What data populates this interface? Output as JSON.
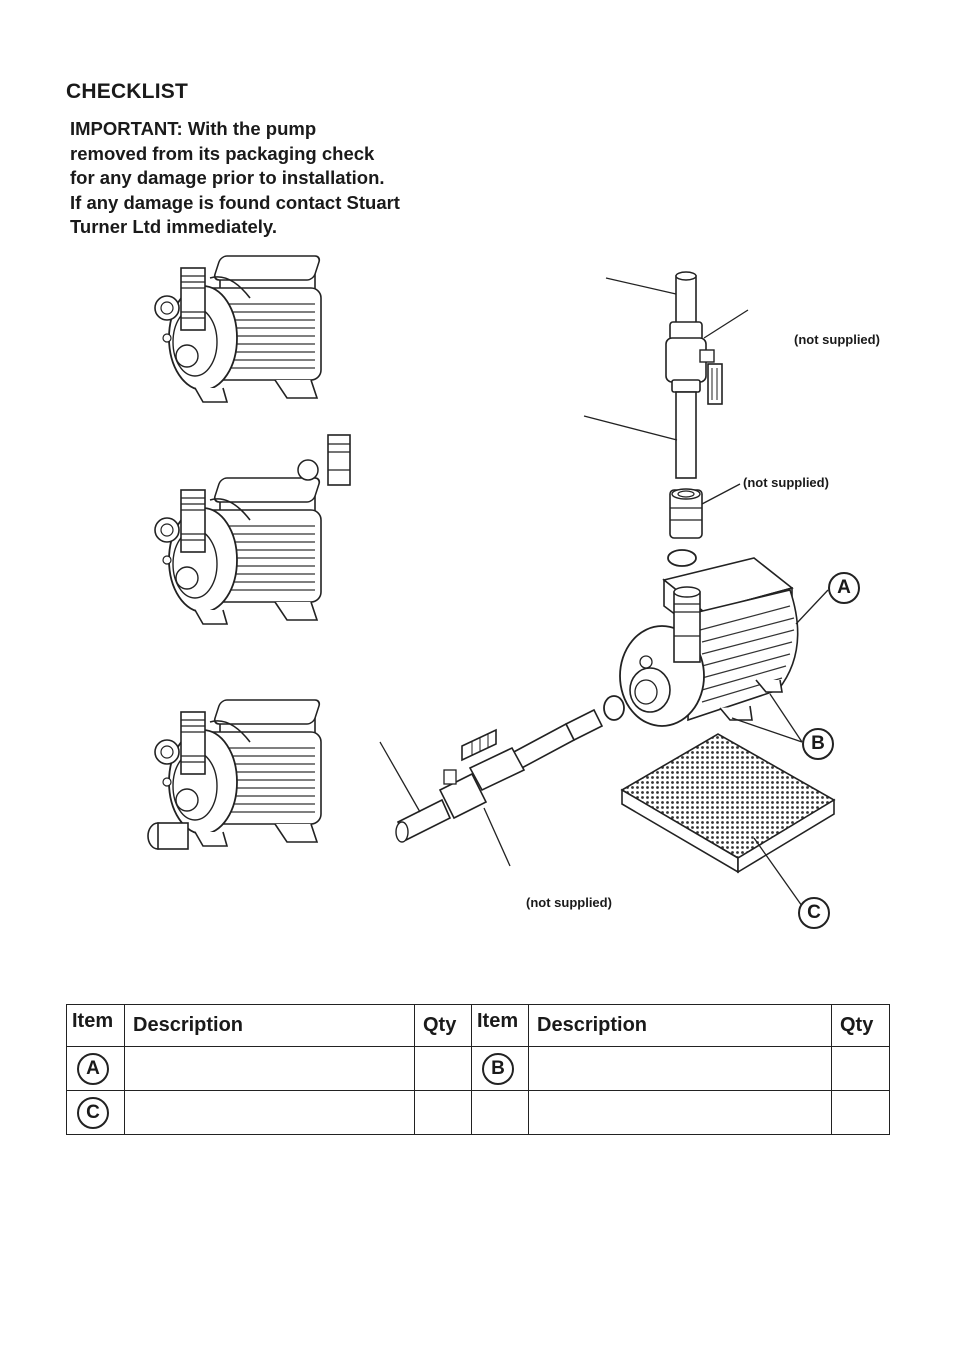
{
  "page": {
    "heading": "CHECKLIST",
    "important_lines": [
      "IMPORTANT:  With the pump",
      "removed from its packaging check",
      "for any damage prior to installation.",
      "If any damage is found contact Stuart",
      "Turner Ltd immediately."
    ]
  },
  "figure": {
    "notes": [
      "(not supplied)",
      "(not supplied)",
      "(not supplied)"
    ],
    "callouts": [
      "A",
      "B",
      "C"
    ]
  },
  "table": {
    "headers": [
      "Item",
      "Description",
      "Qty",
      "Item",
      "Description",
      "Qty"
    ],
    "rows": [
      [
        "A",
        "",
        "",
        "B",
        "",
        ""
      ],
      [
        "C",
        "",
        "",
        "",
        "",
        ""
      ]
    ]
  }
}
